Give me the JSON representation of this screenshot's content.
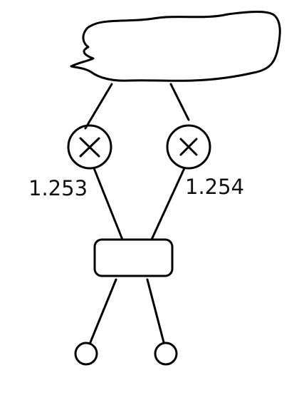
{
  "diagram": {
    "labels": {
      "left_link": "1.253",
      "right_link": "1.254"
    },
    "node_symbols": {
      "left_router": "×",
      "right_router": "×"
    },
    "shapes": {
      "cloud": "cloud",
      "switch": "rounded-rectangle",
      "host_left": "circle",
      "host_right": "circle"
    }
  }
}
